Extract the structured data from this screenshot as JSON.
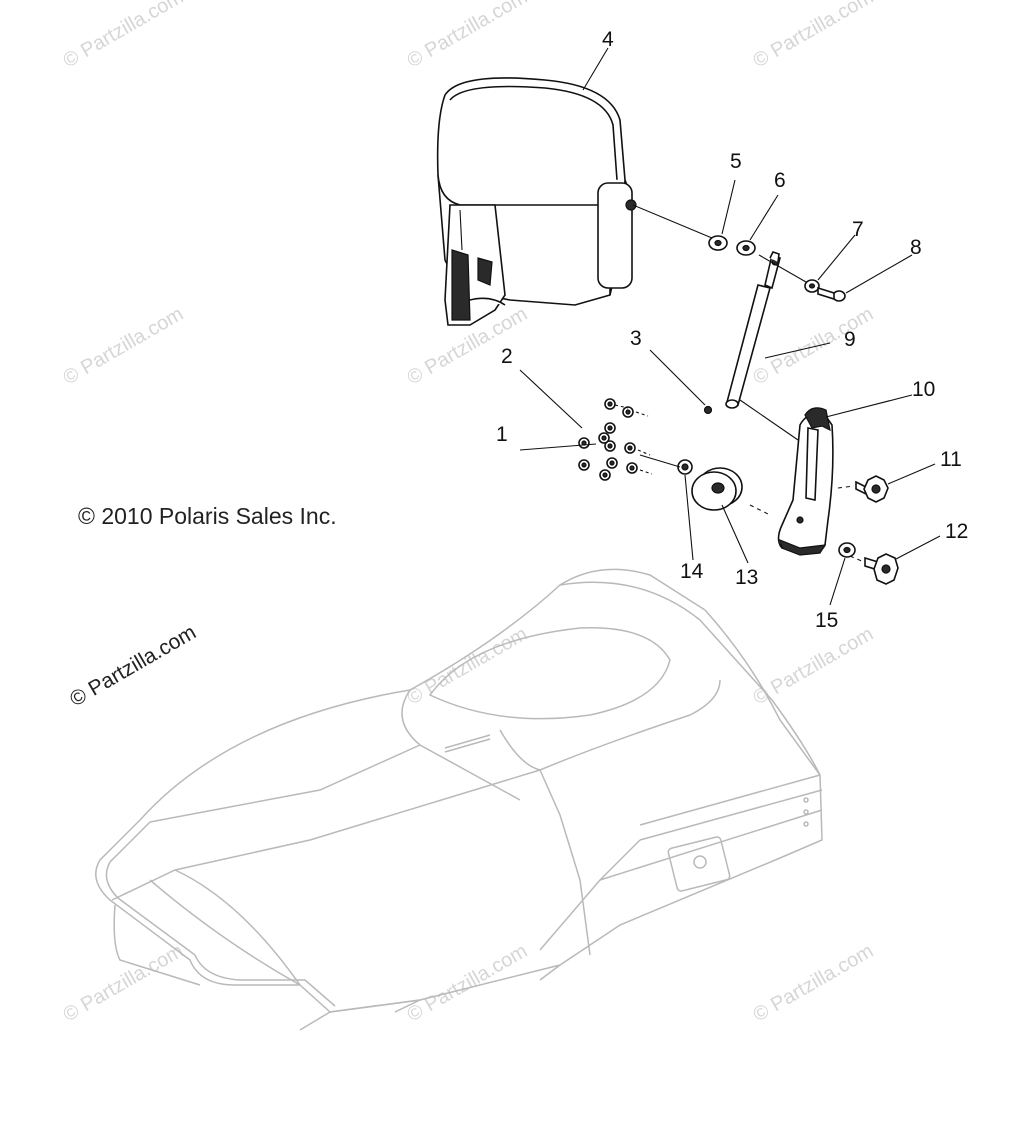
{
  "diagram": {
    "copyright": "© 2010 Polaris Sales Inc.",
    "watermark_text": "© Partzilla.com",
    "watermark_prominent": "© Partzilla.com",
    "callouts": [
      "1",
      "2",
      "3",
      "4",
      "5",
      "6",
      "7",
      "8",
      "9",
      "10",
      "11",
      "12",
      "13",
      "14",
      "15"
    ]
  },
  "icons": {
    "backrest": "backrest-pad-icon",
    "seat": "seat-outline-icon",
    "knob": "knob-icon",
    "washer": "washer-icon",
    "bolt": "bolt-icon"
  }
}
